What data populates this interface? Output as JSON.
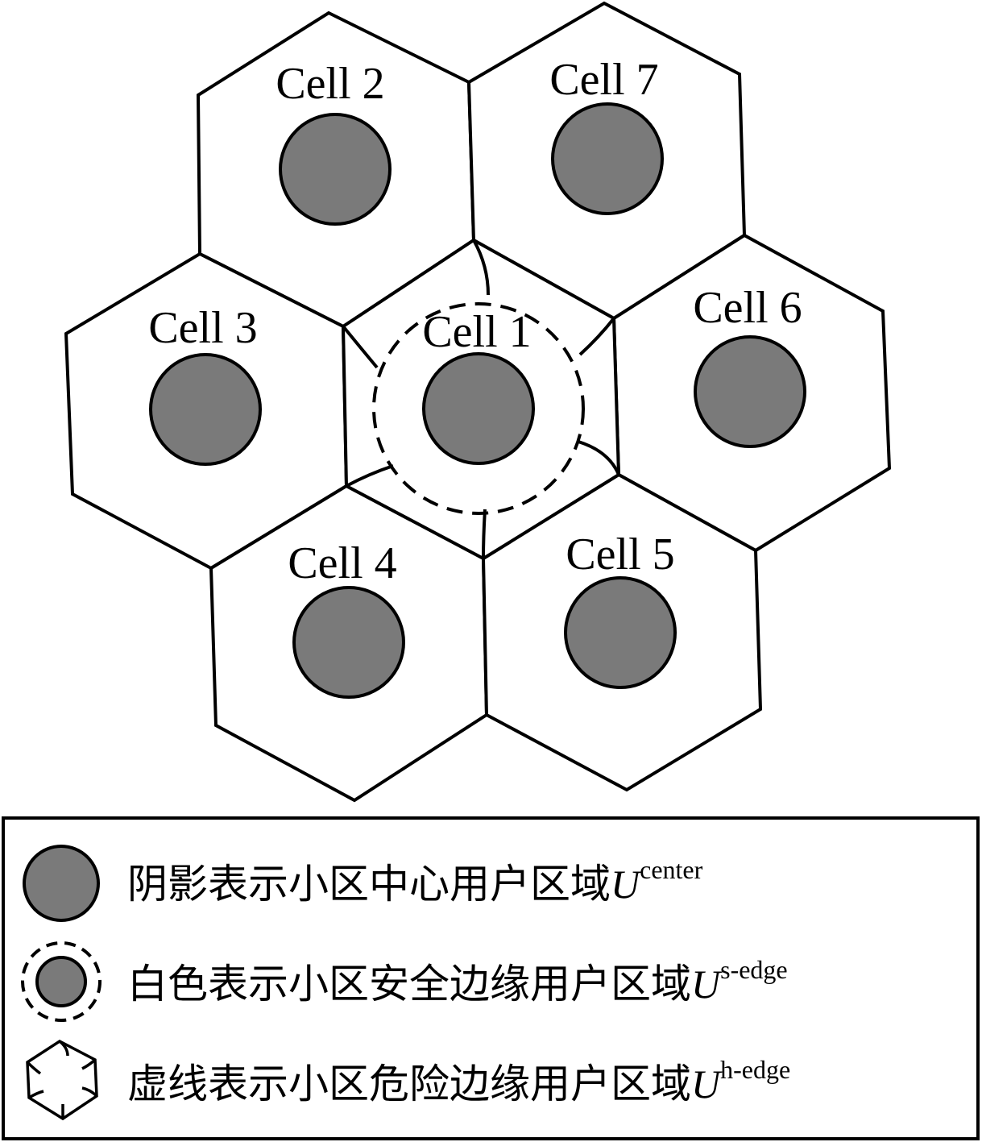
{
  "colors": {
    "stroke": "#000000",
    "center_fill": "#7a7a7a",
    "background": "#ffffff"
  },
  "cells": [
    {
      "id": "cell-1",
      "label": "Cell 1"
    },
    {
      "id": "cell-2",
      "label": "Cell 2"
    },
    {
      "id": "cell-3",
      "label": "Cell 3"
    },
    {
      "id": "cell-4",
      "label": "Cell 4"
    },
    {
      "id": "cell-5",
      "label": "Cell 5"
    },
    {
      "id": "cell-6",
      "label": "Cell 6"
    },
    {
      "id": "cell-7",
      "label": "Cell 7"
    }
  ],
  "legend": {
    "center": {
      "text": "阴影表示小区中心用户区域",
      "var": "U",
      "sup": "center",
      "icon": "shaded-disc-icon"
    },
    "safe_edge": {
      "text": "白色表示小区安全边缘用户区域",
      "var": "U",
      "sup": "s-edge",
      "icon": "dashed-ring-disc-icon"
    },
    "hazard_edge": {
      "text": "虚线表示小区危险边缘用户区域",
      "var": "U",
      "sup": "h-edge",
      "icon": "hexagon-arcs-icon"
    }
  }
}
